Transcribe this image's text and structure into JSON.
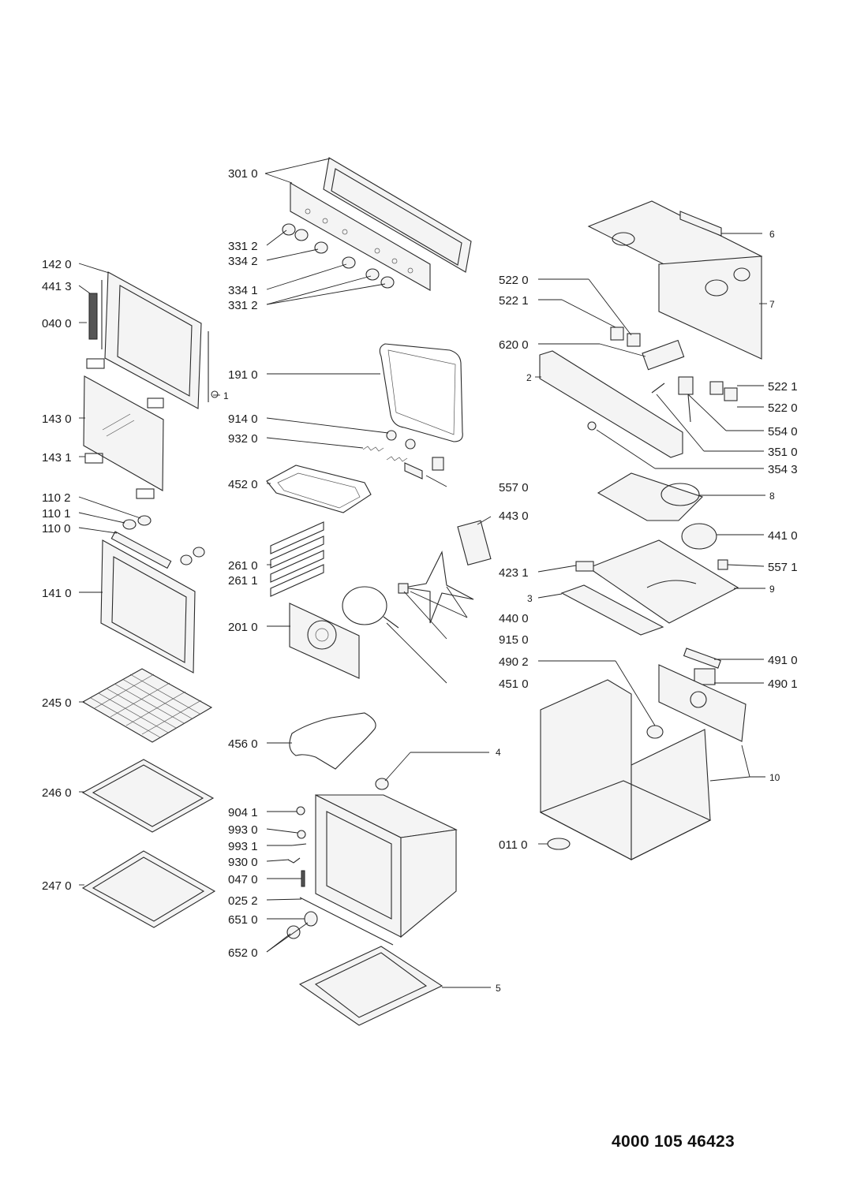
{
  "document_number": "4000 105 46423",
  "labels": {
    "l3010": "301 0",
    "l3312a": "331 2",
    "l3342": "334 2",
    "l3341": "334 1",
    "l3312b": "331 2",
    "l1420": "142 0",
    "l4413": "441 3",
    "l0400": "040 0",
    "l1": "1",
    "l1430": "143 0",
    "l1431": "143 1",
    "l1102": "110 2",
    "l1101": "110 1",
    "l1100": "110 0",
    "l1410": "141 0",
    "l2450": "245 0",
    "l2460": "246 0",
    "l2470": "247 0",
    "l1910": "191 0",
    "l9140": "914 0",
    "l9320": "932 0",
    "l4520": "452 0",
    "l2610": "261 0",
    "l2611": "261 1",
    "l2010": "201 0",
    "l4560": "456 0",
    "l9041": "904 1",
    "l9930": "993 0",
    "l9931": "993 1",
    "l9300": "930 0",
    "l0470": "047 0",
    "l0252": "025 2",
    "l6510": "651 0",
    "l6520": "652 0",
    "l5570": "557 0",
    "l4430": "443 0",
    "l4400": "440 0",
    "l9150": "915 0",
    "l4510": "451 0",
    "l4": "4",
    "l5": "5",
    "l6": "6",
    "l7": "7",
    "l5220a": "522 0",
    "l5221a": "522 1",
    "l6200": "620 0",
    "l2": "2",
    "l5221b": "522 1",
    "l5220b": "522 0",
    "l5540": "554 0",
    "l3510": "351 0",
    "l3543": "354 3",
    "l8": "8",
    "l4410": "441 0",
    "l4231": "423 1",
    "l5571": "557 1",
    "l3": "3",
    "l9": "9",
    "l4902": "490 2",
    "l4910": "491 0",
    "l4901": "490 1",
    "l10": "10",
    "l0110": "011 0"
  }
}
